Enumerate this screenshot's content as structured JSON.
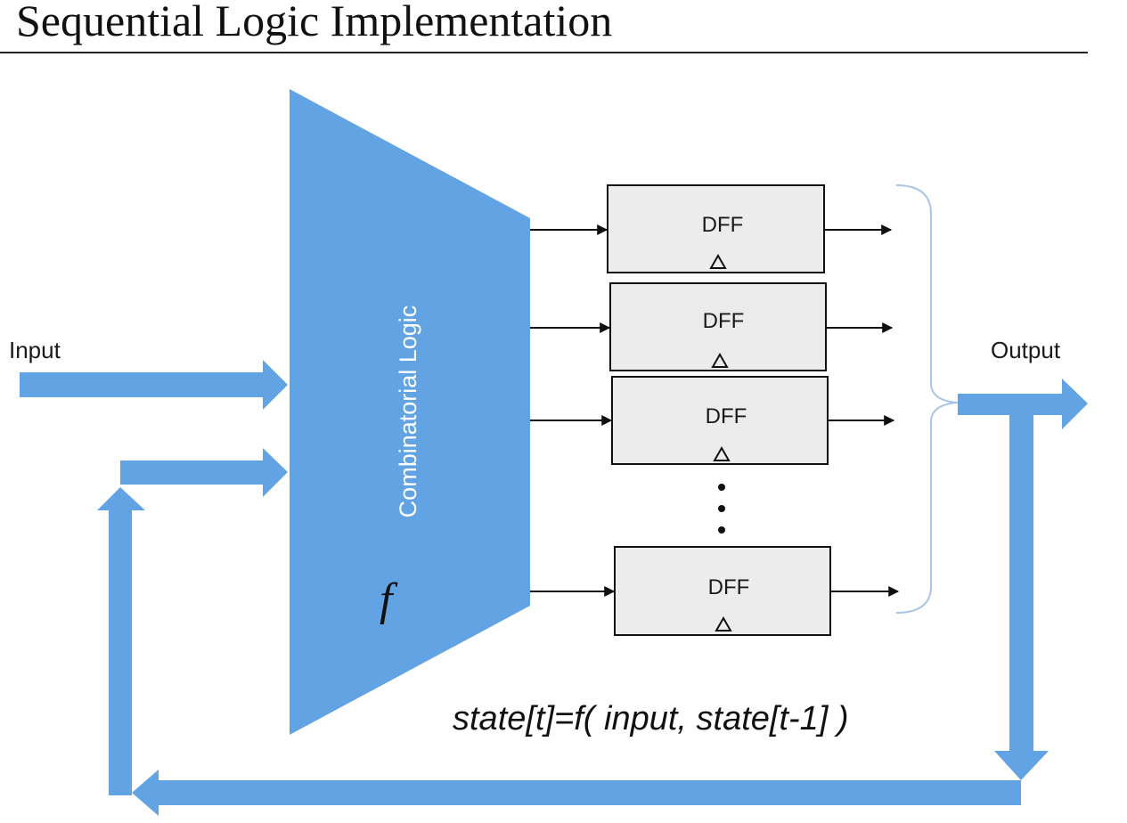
{
  "title": "Sequential Logic Implementation",
  "labels": {
    "input": "Input",
    "output": "Output",
    "combinatorial": "Combinatorial Logic",
    "function_symbol": "f",
    "equation": "state[t]=f( input, state[t-1] )"
  },
  "registers": [
    "DFF",
    "DFF",
    "DFF",
    "DFF"
  ],
  "colors": {
    "accent_blue": "#62a3e4",
    "register_fill": "#ececec",
    "bracket": "#a9c6e6"
  }
}
